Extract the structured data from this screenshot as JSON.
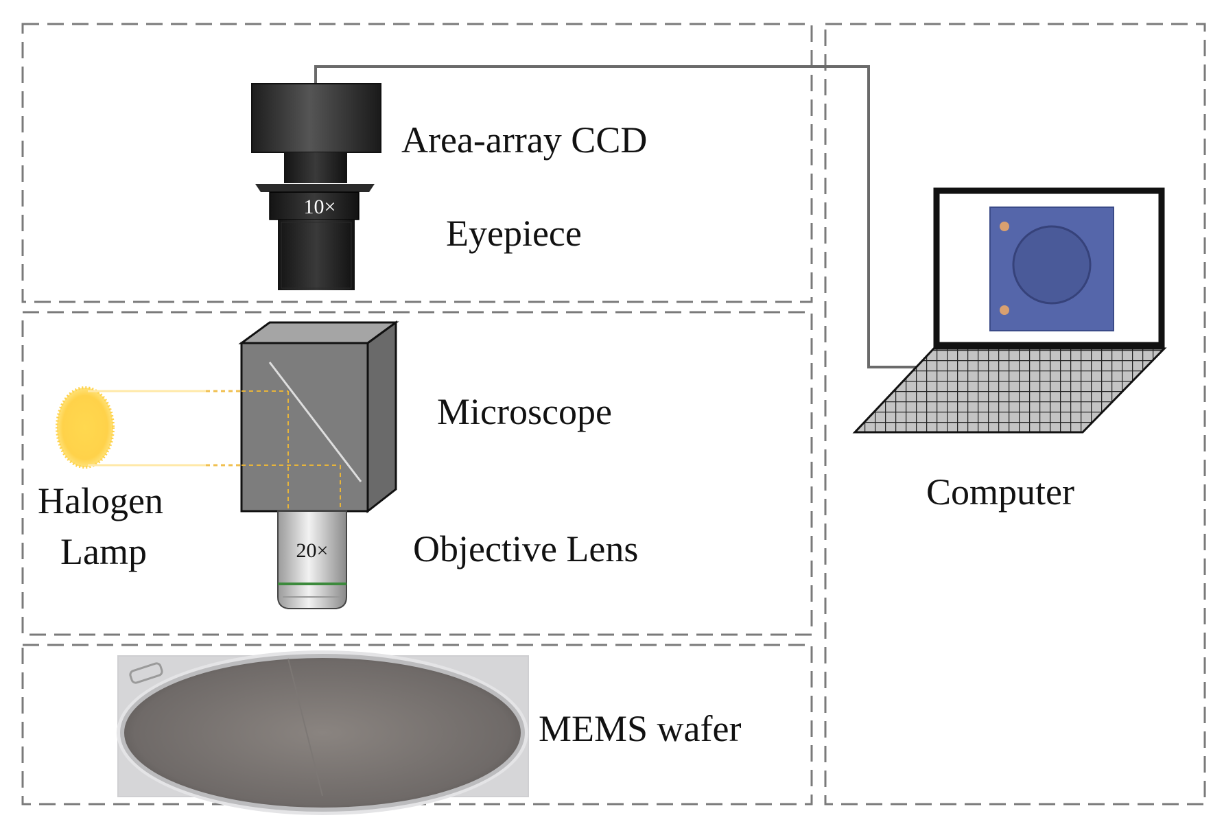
{
  "labels": {
    "ccd": "Area-array CCD",
    "eyepiece": "Eyepiece",
    "microscope": "Microscope",
    "objective": "Objective Lens",
    "lamp_line1": "Halogen",
    "lamp_line2": "Lamp",
    "computer": "Computer",
    "wafer": "MEMS wafer"
  },
  "magnifications": {
    "eyepiece": "10×",
    "objective": "20×"
  },
  "colors": {
    "frame_dash": "#7a7a7a",
    "lamp": "#ffd24a",
    "light_path": "#e8b53a",
    "camera": "#2e2e2e",
    "microscope_body": "#7d7d7d",
    "screen_chip": "#5566aa",
    "keyboard": "#bfbfbf"
  }
}
